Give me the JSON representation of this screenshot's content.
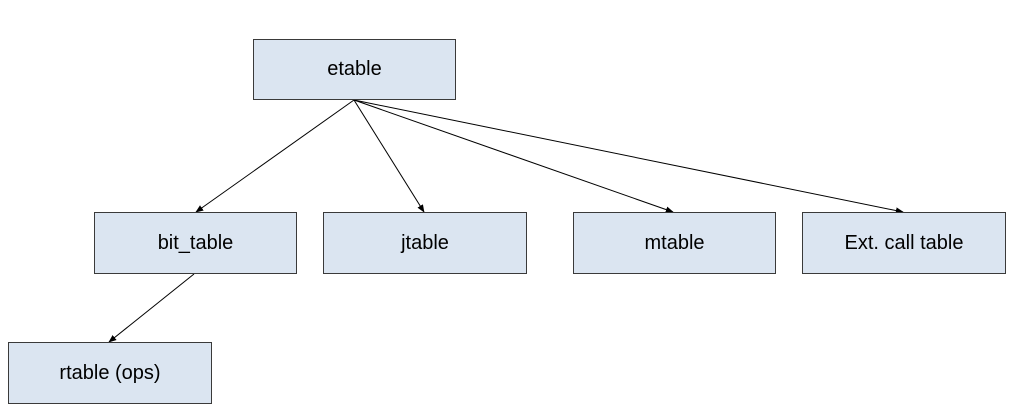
{
  "diagram": {
    "nodes": {
      "etable": "etable",
      "bit_table": "bit_table",
      "jtable": "jtable",
      "mtable": "mtable",
      "ext_call_table": "Ext. call table",
      "rtable": "rtable (ops)"
    },
    "edges": [
      {
        "from": "etable",
        "to": "bit_table"
      },
      {
        "from": "etable",
        "to": "jtable"
      },
      {
        "from": "etable",
        "to": "mtable"
      },
      {
        "from": "etable",
        "to": "ext_call_table"
      },
      {
        "from": "bit_table",
        "to": "rtable"
      }
    ],
    "colors": {
      "node_fill": "#dbe5f1",
      "node_border": "#3a3a3a",
      "edge": "#000000"
    }
  }
}
